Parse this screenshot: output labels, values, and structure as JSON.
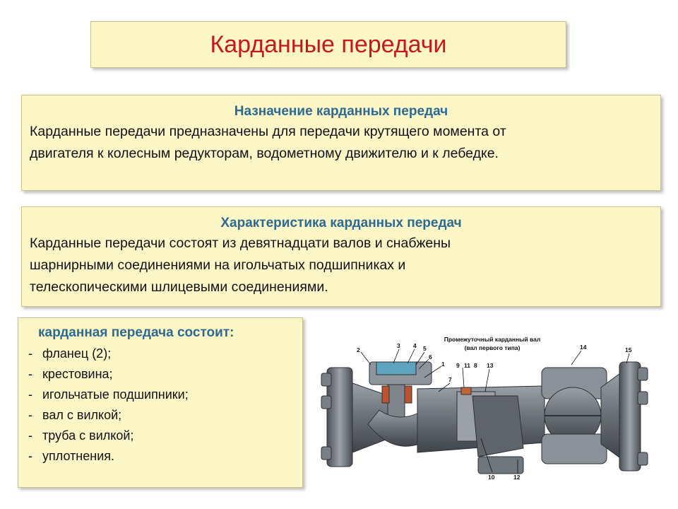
{
  "title": "Карданные передачи",
  "purpose": {
    "heading": "Назначение карданных передач",
    "lines": [
      "Карданные передачи предназначены для передачи крутящего момента от",
      "двигателя к колесным редукторам, водометному движителю и к лебедке."
    ]
  },
  "characteristics": {
    "heading": "Характеристика карданных передач",
    "lines": [
      "Карданные передачи состоят из девятнадцати валов  и снабжены",
      "шарнирными соединениями на игольчатых подшипниках и",
      "телескопическими шлицевыми соединениями."
    ]
  },
  "composition": {
    "heading": "карданная передача состоит:",
    "items": [
      "фланец (2);",
      "крестовина;",
      "игольчатые подшипники;",
      "вал с вилкой;",
      "труба с вилкой;",
      "уплотнения."
    ]
  },
  "diagram": {
    "caption_line1": "Промежуточный карданный вал",
    "caption_line2": "(вал первого типа)",
    "callouts": [
      "2",
      "3",
      "4",
      "5",
      "6",
      "1",
      "7",
      "9",
      "11",
      "8",
      "13",
      "14",
      "15",
      "10",
      "12"
    ]
  },
  "colors": {
    "title": "#c8171e",
    "heading": "#2b6a93",
    "box_bg": "#fdf6c6"
  }
}
